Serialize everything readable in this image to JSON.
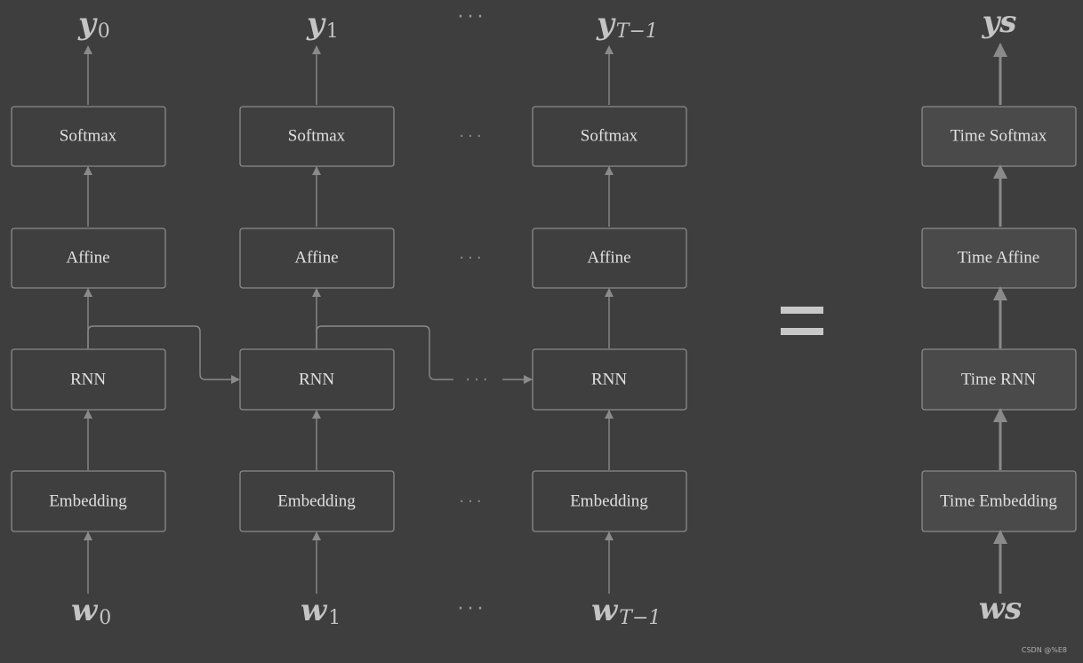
{
  "columns": [
    {
      "layers": [
        "Softmax",
        "Affine",
        "RNN",
        "Embedding"
      ],
      "output": {
        "base": "y",
        "sub": "0"
      },
      "input": {
        "base": "w",
        "sub": "0"
      }
    },
    {
      "layers": [
        "Softmax",
        "Affine",
        "RNN",
        "Embedding"
      ],
      "output": {
        "base": "y",
        "sub": "1"
      },
      "input": {
        "base": "w",
        "sub": "1"
      }
    },
    {
      "layers": [
        "Softmax",
        "Affine",
        "RNN",
        "Embedding"
      ],
      "output": {
        "base": "y",
        "sub": "T−1"
      },
      "input": {
        "base": "w",
        "sub": "T−1"
      }
    }
  ],
  "ellipsis": "···",
  "equals": "=",
  "time_layers": [
    "Time Softmax",
    "Time Affine",
    "Time RNN",
    "Time Embedding"
  ],
  "time_output": "ys",
  "time_input": "ws",
  "watermark": "CSDN @%E8",
  "colors": {
    "background": "#3e3e3e",
    "box_stroke": "#8a8a8a",
    "text": "#e0e0e0",
    "variable": "#c4c4c4"
  }
}
